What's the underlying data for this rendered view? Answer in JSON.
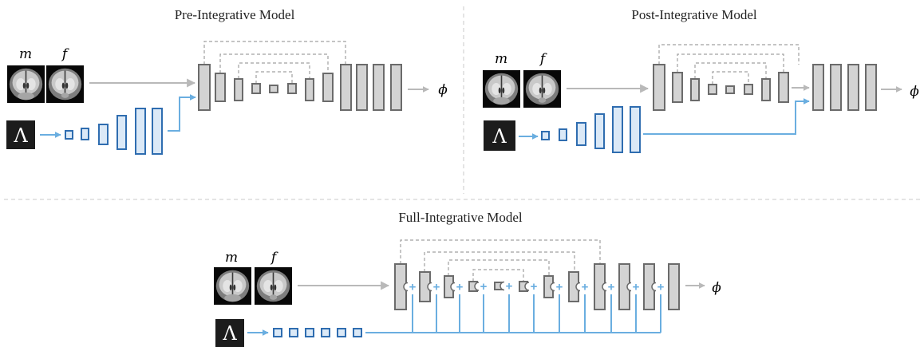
{
  "titles": {
    "pre": "Pre-Integrative Model",
    "post": "Post-Integrative Model",
    "full": "Full-Integrative Model"
  },
  "labels": {
    "moving": "m",
    "fixed": "f",
    "output": "ϕ",
    "hyper": "Λ",
    "plus": "+"
  },
  "colors": {
    "unet_fill": "#d3d3d3",
    "unet_stroke": "#6b6b6b",
    "hyper_fill": "#dbe9f7",
    "hyper_stroke": "#2f6db0",
    "hyper_line": "#6aaee0",
    "gray_line": "#b9b9b9",
    "skip_dash": "#a0a0a0",
    "divider": "#c8c8c8"
  },
  "icons": [
    "brain-scan-icon",
    "lambda-icon",
    "arrow-right-icon",
    "plus-icon"
  ]
}
